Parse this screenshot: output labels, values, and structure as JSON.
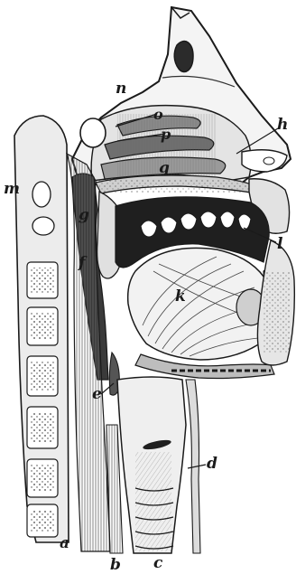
{
  "figure": {
    "labels": {
      "a": "a",
      "b": "b",
      "c": "c",
      "d": "d",
      "e": "e",
      "f": "f",
      "g": "g",
      "h": "h",
      "k": "k",
      "l": "l",
      "m": "m",
      "n": "n",
      "o": "o",
      "p": "p",
      "q": "q"
    },
    "colors": {
      "ink": "#1a1a1a",
      "paper": "#ffffff",
      "cavity": "#2b2b2b",
      "tissue": "#e9e9e9"
    }
  }
}
